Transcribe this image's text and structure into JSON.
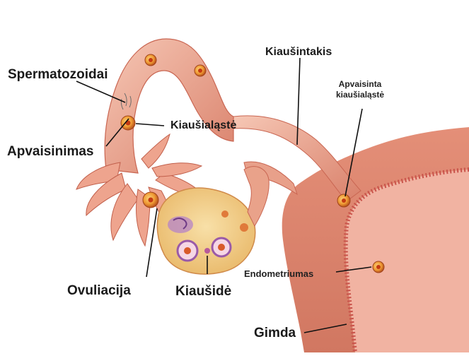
{
  "labels": {
    "spermatozoa": "Spermatozoidai",
    "fertilization": "Apvaisinimas",
    "egg_cell": "Kiaušialąstė",
    "fallopian_tube": "Kiaušintakis",
    "fertilized_egg_line1": "Apvaisinta",
    "fertilized_egg_line2": "kiaušialąstė",
    "endometrium": "Endometriumas",
    "ovulation": "Ovuliacija",
    "ovary": "Kiaušidė",
    "uterus": "Gimda"
  },
  "colors": {
    "background": "#ffffff",
    "tissue_light": "#f3b9a6",
    "tissue_mid": "#e7927c",
    "tissue_dark": "#c96652",
    "uterus_inner": "#f0b3a2",
    "ovary_fill": "#f3d08a",
    "egg_fill": "#f0a13a",
    "egg_core": "#d4541c",
    "follicle_purple": "#9a5aa8",
    "label_text": "#1a1a1a"
  },
  "icons": {
    "egg": "egg-cell-icon",
    "follicle": "follicle-icon",
    "sperm": "sperm-icon"
  }
}
